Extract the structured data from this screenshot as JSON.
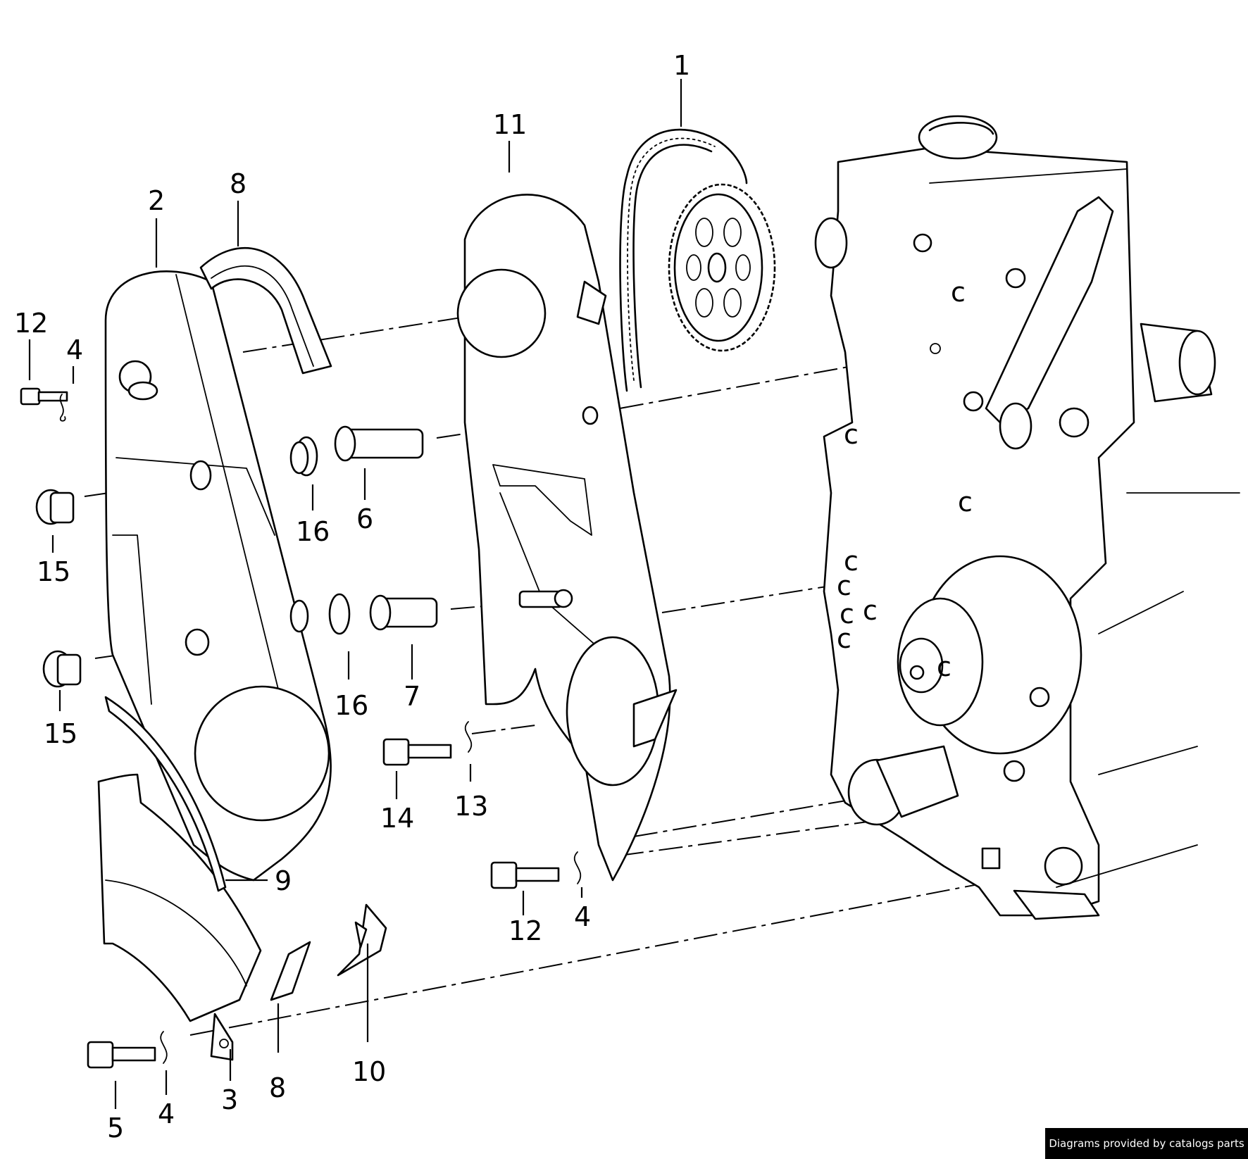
{
  "diagram": {
    "callouts": [
      {
        "id": "c1",
        "label": "1"
      },
      {
        "id": "c2",
        "label": "2"
      },
      {
        "id": "c3",
        "label": "3"
      },
      {
        "id": "c4a",
        "label": "4"
      },
      {
        "id": "c4b",
        "label": "4"
      },
      {
        "id": "c4c",
        "label": "4"
      },
      {
        "id": "c5",
        "label": "5"
      },
      {
        "id": "c6",
        "label": "6"
      },
      {
        "id": "c7",
        "label": "7"
      },
      {
        "id": "c8a",
        "label": "8"
      },
      {
        "id": "c8b",
        "label": "8"
      },
      {
        "id": "c9",
        "label": "9"
      },
      {
        "id": "c10",
        "label": "10"
      },
      {
        "id": "c11",
        "label": "11"
      },
      {
        "id": "c12a",
        "label": "12"
      },
      {
        "id": "c12b",
        "label": "12"
      },
      {
        "id": "c13",
        "label": "13"
      },
      {
        "id": "c14",
        "label": "14"
      },
      {
        "id": "c15a",
        "label": "15"
      },
      {
        "id": "c15b",
        "label": "15"
      },
      {
        "id": "c16a",
        "label": "16"
      },
      {
        "id": "c16b",
        "label": "16"
      }
    ],
    "engine_marks": [
      "c",
      "c",
      "c",
      "c",
      "c",
      "c",
      "c",
      "c",
      "c"
    ]
  },
  "footer": {
    "credit": "Diagrams provided by catalogs parts"
  }
}
